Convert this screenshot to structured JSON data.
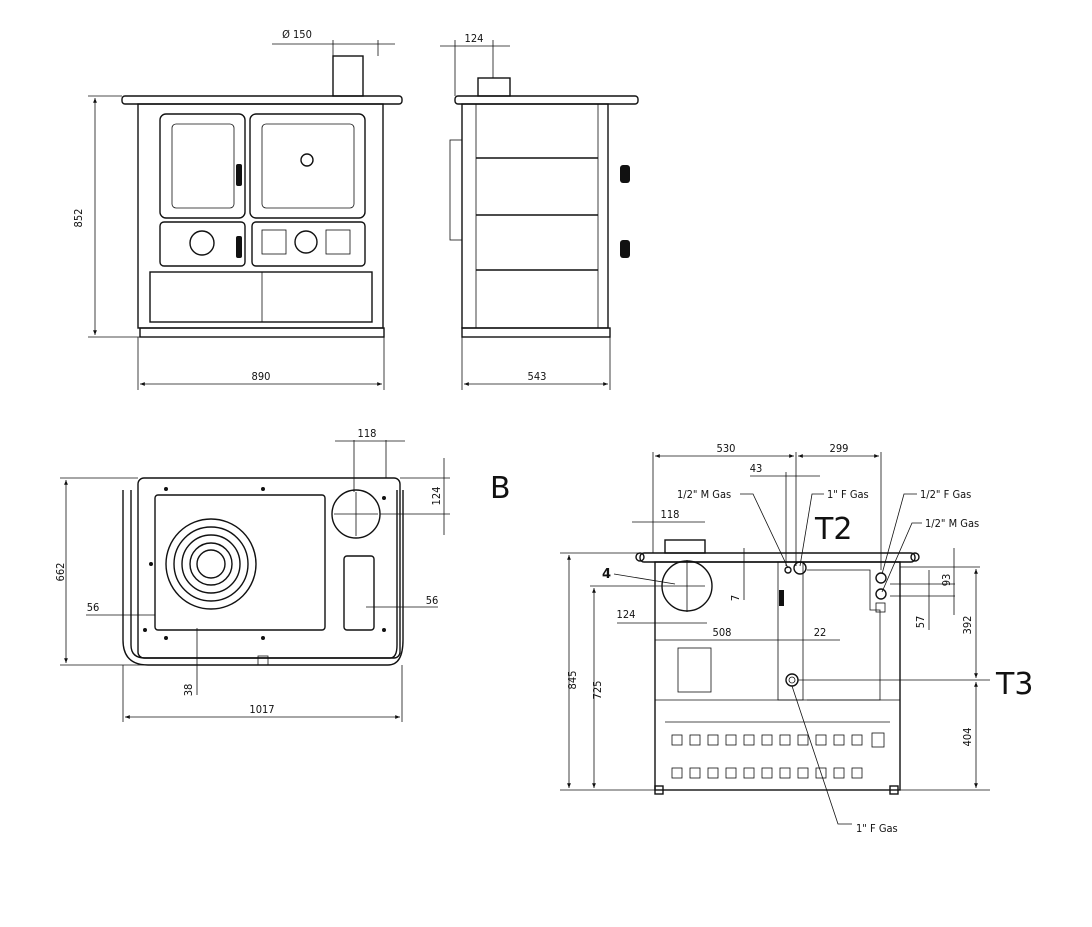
{
  "front_view": {
    "flue_diameter": "Ø 150",
    "height": "852",
    "width": "890"
  },
  "side_view": {
    "flue_offset": "124",
    "depth": "543"
  },
  "top_view": {
    "label": "B",
    "flue_x": "118",
    "flue_y": "124",
    "depth": "662",
    "left_margin": "56",
    "right_margin": "56",
    "front_offset": "38",
    "width": "1017"
  },
  "rear_view": {
    "dim_530": "530",
    "dim_299": "299",
    "dim_43": "43",
    "dim_118": "118",
    "dim_7": "7",
    "dim_124": "124",
    "dim_508": "508",
    "dim_22": "22",
    "dim_93": "93",
    "dim_57": "57",
    "dim_392": "392",
    "dim_845": "845",
    "dim_725": "725",
    "dim_404": "404",
    "conn_half_m_gas_left": "1/2\" M Gas",
    "conn_1f_gas_top": "1\" F Gas",
    "conn_half_f_gas": "1/2\" F Gas",
    "conn_half_m_gas_right": "1/2\" M Gas",
    "conn_1f_gas_bottom": "1\" F Gas",
    "label_t2": "T2",
    "label_t3": "T3",
    "label_4": "4"
  }
}
